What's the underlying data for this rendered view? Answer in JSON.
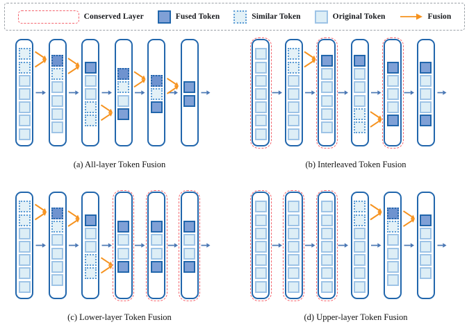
{
  "legend": {
    "items": [
      {
        "swatch": "conserved-layer-swatch",
        "label": "Conserved Layer"
      },
      {
        "swatch": "fused-token-swatch",
        "label": "Fused Token"
      },
      {
        "swatch": "similar-token-swatch",
        "label": "Similar Token"
      },
      {
        "swatch": "original-token-swatch",
        "label": "Original Token"
      },
      {
        "swatch": "fusion-arrow-swatch",
        "label": "Fusion"
      }
    ]
  },
  "colors": {
    "layer_border": "#2166ac",
    "conserved_border": "#f4626c",
    "fused_fill": "#7fa0d6",
    "similar_fill": "#e3f1f7",
    "similar_border": "#5b9bd5",
    "original_fill": "#ddeef6",
    "original_border": "#9dc3e6",
    "fusion_arrow": "#f6921e",
    "flow_arrow": "#4a77b4",
    "legend_border": "#9aa0a6"
  },
  "panels": [
    {
      "id": "a",
      "caption": "(a) All-layer Token Fusion",
      "columns": [
        {
          "conserved": false,
          "tokens": [
            "similar",
            "similar",
            "original",
            "original",
            "original",
            "original",
            "original"
          ]
        },
        {
          "conserved": false,
          "tokens": [
            "fusedsim",
            "similar",
            "original",
            "original",
            "original",
            "original"
          ]
        },
        {
          "conserved": false,
          "tokens": [
            "fused",
            "original",
            "original",
            "similar",
            "similar"
          ]
        },
        {
          "conserved": false,
          "tokens": [
            "fusedsim",
            "similar",
            "original",
            "fused"
          ]
        },
        {
          "conserved": false,
          "tokens": [
            "fusedsim",
            "similar",
            "fused"
          ]
        },
        {
          "conserved": false,
          "tokens": [
            "fused",
            "fused"
          ]
        }
      ],
      "fusions": [
        {
          "from_col": 0,
          "to_col": 1,
          "slot": 0
        },
        {
          "from_col": 1,
          "to_col": 2,
          "slot": 0
        },
        {
          "from_col": 2,
          "to_col": 3,
          "slot": 3
        },
        {
          "from_col": 3,
          "to_col": 4,
          "slot": 0
        },
        {
          "from_col": 4,
          "to_col": 5,
          "slot": 0
        }
      ]
    },
    {
      "id": "b",
      "caption": "(b) Interleaved Token Fusion",
      "columns": [
        {
          "conserved": true,
          "tokens": [
            "original",
            "original",
            "original",
            "original",
            "original",
            "original",
            "original"
          ]
        },
        {
          "conserved": false,
          "tokens": [
            "similar",
            "similar",
            "original",
            "original",
            "original",
            "original",
            "original"
          ]
        },
        {
          "conserved": true,
          "tokens": [
            "fused",
            "original",
            "original",
            "original",
            "original",
            "original"
          ]
        },
        {
          "conserved": false,
          "tokens": [
            "fused",
            "original",
            "original",
            "original",
            "similar",
            "similar"
          ]
        },
        {
          "conserved": true,
          "tokens": [
            "fused",
            "original",
            "original",
            "original",
            "fused"
          ]
        },
        {
          "conserved": false,
          "tokens": [
            "fused",
            "original",
            "original",
            "original",
            "fused"
          ]
        }
      ],
      "fusions": [
        {
          "from_col": 1,
          "to_col": 2,
          "slot": 0
        },
        {
          "from_col": 3,
          "to_col": 4,
          "slot": 4
        }
      ]
    },
    {
      "id": "c",
      "caption": "(c) Lower-layer Token Fusion",
      "columns": [
        {
          "conserved": false,
          "tokens": [
            "similar",
            "similar",
            "original",
            "original",
            "original",
            "original",
            "original"
          ]
        },
        {
          "conserved": false,
          "tokens": [
            "fusedsim",
            "similar",
            "original",
            "original",
            "original",
            "original"
          ]
        },
        {
          "conserved": false,
          "tokens": [
            "fused",
            "original",
            "original",
            "similar",
            "similar"
          ]
        },
        {
          "conserved": true,
          "tokens": [
            "fused",
            "original",
            "original",
            "fused"
          ]
        },
        {
          "conserved": true,
          "tokens": [
            "fused",
            "original",
            "original",
            "fused"
          ]
        },
        {
          "conserved": true,
          "tokens": [
            "fused",
            "original",
            "original",
            "fused"
          ]
        }
      ],
      "fusions": [
        {
          "from_col": 0,
          "to_col": 1,
          "slot": 0
        },
        {
          "from_col": 1,
          "to_col": 2,
          "slot": 0
        },
        {
          "from_col": 2,
          "to_col": 3,
          "slot": 3
        }
      ]
    },
    {
      "id": "d",
      "caption": "(d) Upper-layer Token Fusion",
      "columns": [
        {
          "conserved": true,
          "tokens": [
            "original",
            "original",
            "original",
            "original",
            "original",
            "original",
            "original"
          ]
        },
        {
          "conserved": true,
          "tokens": [
            "original",
            "original",
            "original",
            "original",
            "original",
            "original",
            "original"
          ]
        },
        {
          "conserved": true,
          "tokens": [
            "original",
            "original",
            "original",
            "original",
            "original",
            "original",
            "original"
          ]
        },
        {
          "conserved": false,
          "tokens": [
            "similar",
            "similar",
            "original",
            "original",
            "original",
            "original",
            "original"
          ]
        },
        {
          "conserved": false,
          "tokens": [
            "fusedsim",
            "similar",
            "original",
            "original",
            "original",
            "original"
          ]
        },
        {
          "conserved": false,
          "tokens": [
            "fused",
            "original",
            "original",
            "original",
            "original"
          ]
        }
      ],
      "fusions": [
        {
          "from_col": 3,
          "to_col": 4,
          "slot": 0
        },
        {
          "from_col": 4,
          "to_col": 5,
          "slot": 0
        }
      ]
    }
  ]
}
